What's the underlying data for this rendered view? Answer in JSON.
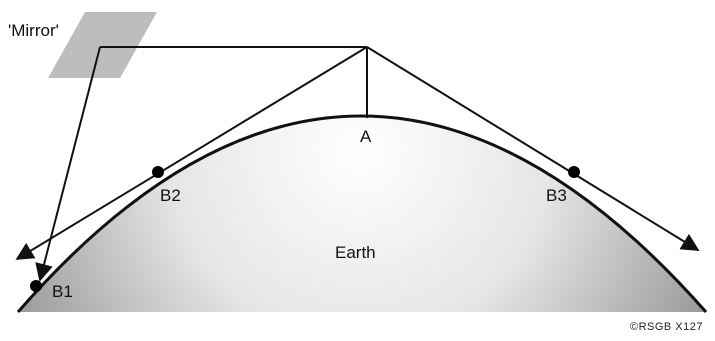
{
  "labels": {
    "mirror": "'Mirror'",
    "a": "A",
    "b1": "B1",
    "b2": "B2",
    "b3": "B3",
    "earth": "Earth"
  },
  "copyright": "©RSGB X127",
  "colors": {
    "line": "#111111",
    "mirror": "#b8b8b8",
    "earth_light": "#ffffff",
    "earth_dark": "#8a8a8a"
  }
}
